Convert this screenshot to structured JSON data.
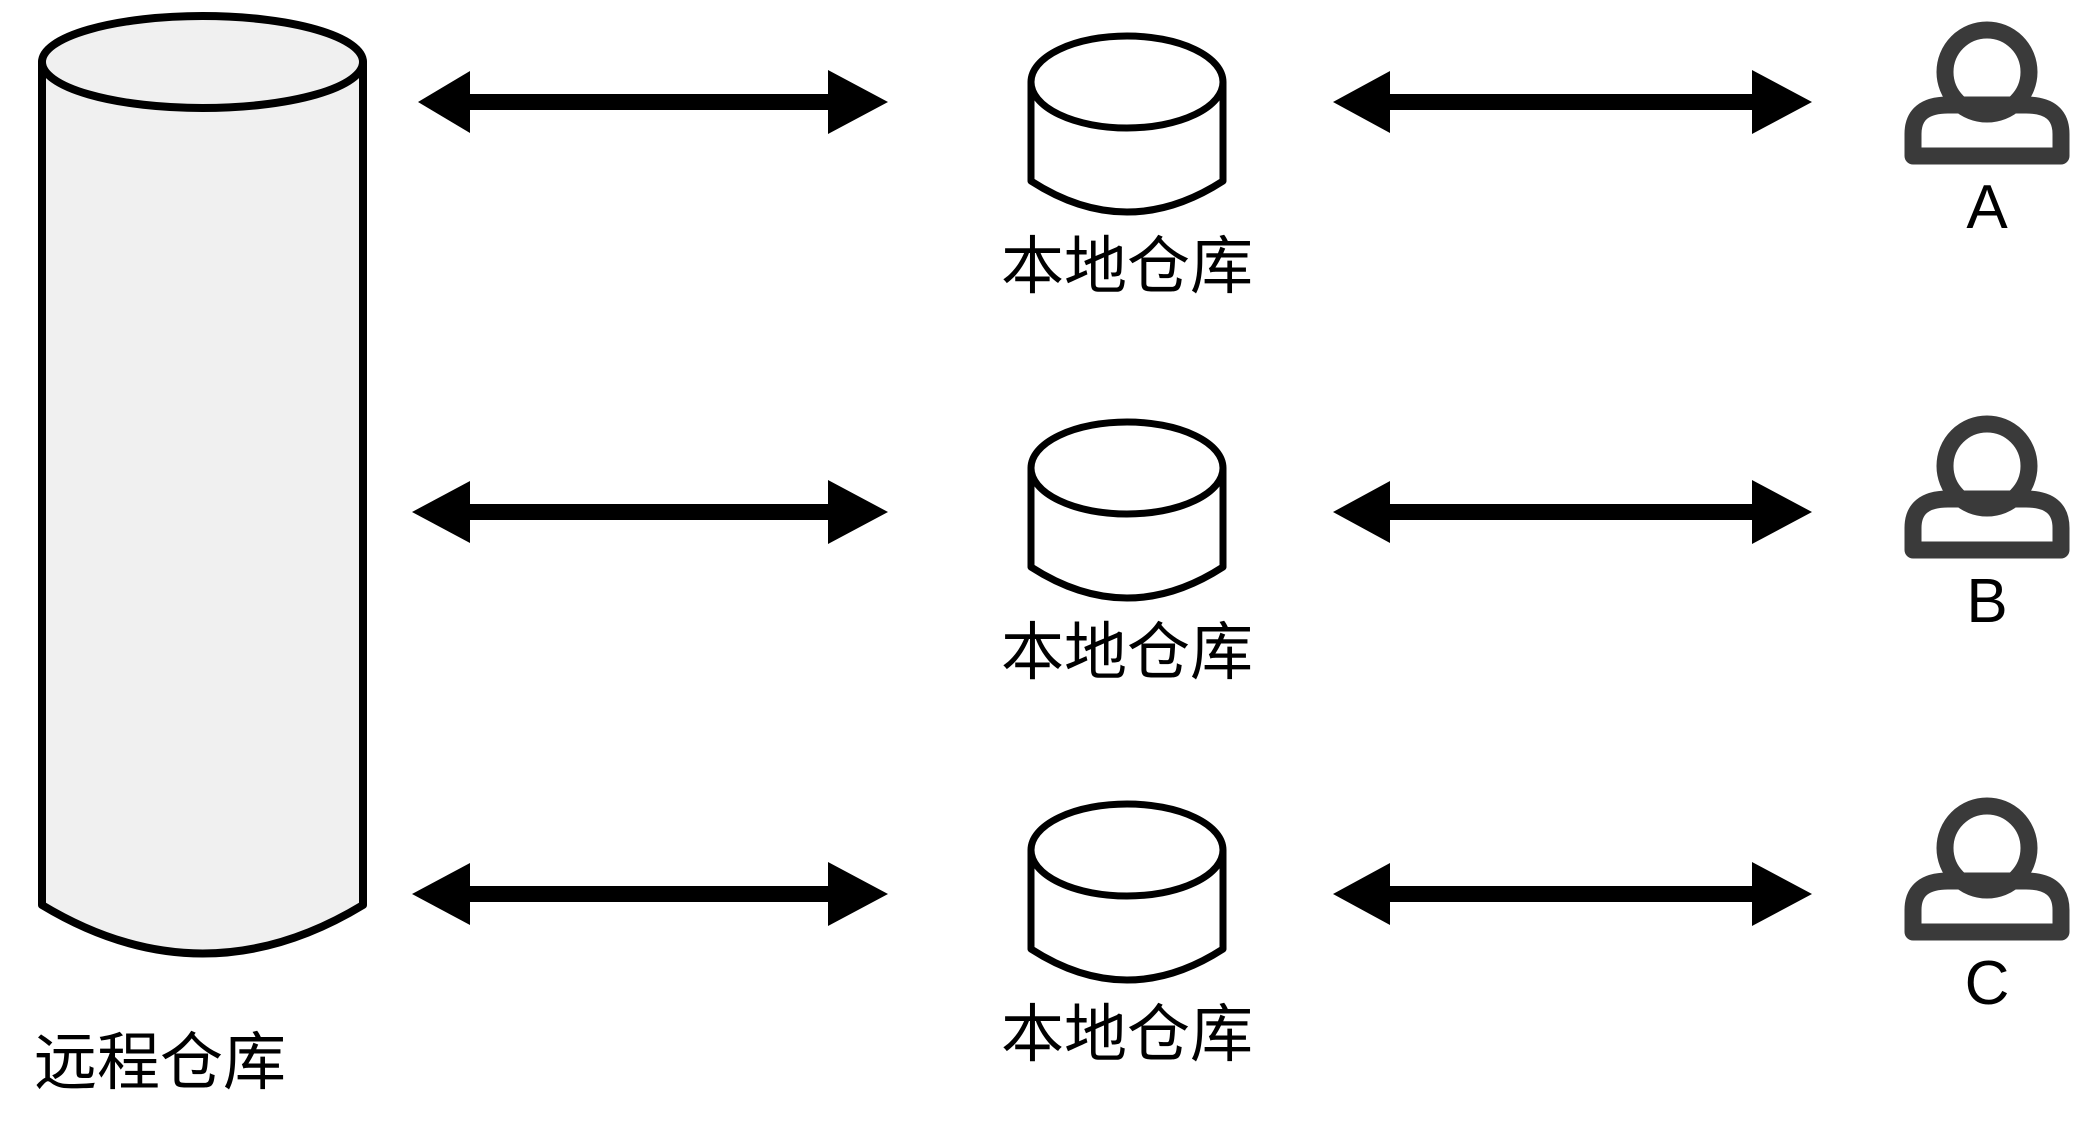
{
  "diagram": {
    "title": "Remote and local repository synchronization",
    "background_color": "#ffffff",
    "stroke_color": "#000000",
    "person_color": "#3a3a3a",
    "remote_fill_color": "#f0f0f0",
    "local_fill_color": "#ffffff"
  },
  "remote": {
    "label": "远程仓库",
    "icon_name": "database-cylinder-icon"
  },
  "rows": [
    {
      "local_label": "本地仓库",
      "user_label": "A",
      "left_arrow_name": "bidirectional-arrow-remote-local-a",
      "right_arrow_name": "bidirectional-arrow-local-user-a"
    },
    {
      "local_label": "本地仓库",
      "user_label": "B",
      "left_arrow_name": "bidirectional-arrow-remote-local-b",
      "right_arrow_name": "bidirectional-arrow-local-user-b"
    },
    {
      "local_label": "本地仓库",
      "user_label": "C",
      "left_arrow_name": "bidirectional-arrow-remote-local-c",
      "right_arrow_name": "bidirectional-arrow-local-user-c"
    }
  ]
}
